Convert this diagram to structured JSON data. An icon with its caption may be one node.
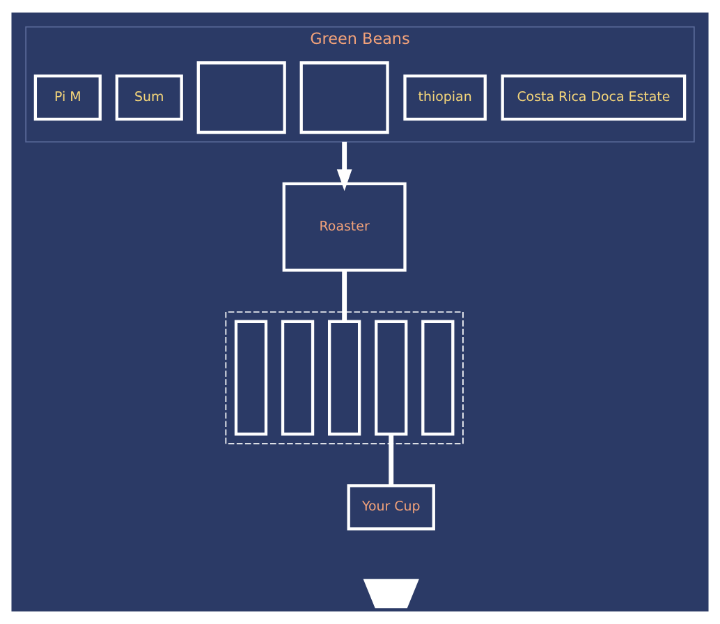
{
  "diagram": {
    "nodes": [
      {
        "text": [
          "Green Beans"
        ]
      },
      {
        "text": [
          "Pi M"
        ],
        "in": 0
      },
      {
        "text": [
          "Sum"
        ],
        "in": 0
      },
      {
        "text": [],
        "shape": "box",
        "in": 0
      },
      {
        "text": [],
        "shape": "box",
        "in": 0
      },
      {
        "text": [
          "thiopian"
        ],
        "in": 0
      },
      {
        "text": [
          "Costa Rica Doca Estate"
        ],
        "in": 0
      },
      {
        "text": [
          "Roaster"
        ]
      },
      {
        "text": [],
        "shape": "box"
      },
      {
        "text": [],
        "shape": "bar",
        "in": 8
      },
      {
        "text": [],
        "shape": "bar",
        "in": 8
      },
      {
        "text": [],
        "shape": "bar",
        "in": 8
      },
      {
        "text": [],
        "shape": "bar",
        "in": 8
      },
      {
        "text": [],
        "shape": "bar",
        "in": 8
      },
      {
        "text": [
          "Your Cup"
        ]
      },
      {
        "text": [],
        "shape": "cup"
      }
    ],
    "edges": [
      {
        "from": 0,
        "to": 7,
        "arrow": "to"
      },
      {
        "from": 7,
        "to": 11,
        "arrow": "none"
      },
      {
        "from": 12,
        "to": 14,
        "arrow": "none"
      }
    ]
  }
}
